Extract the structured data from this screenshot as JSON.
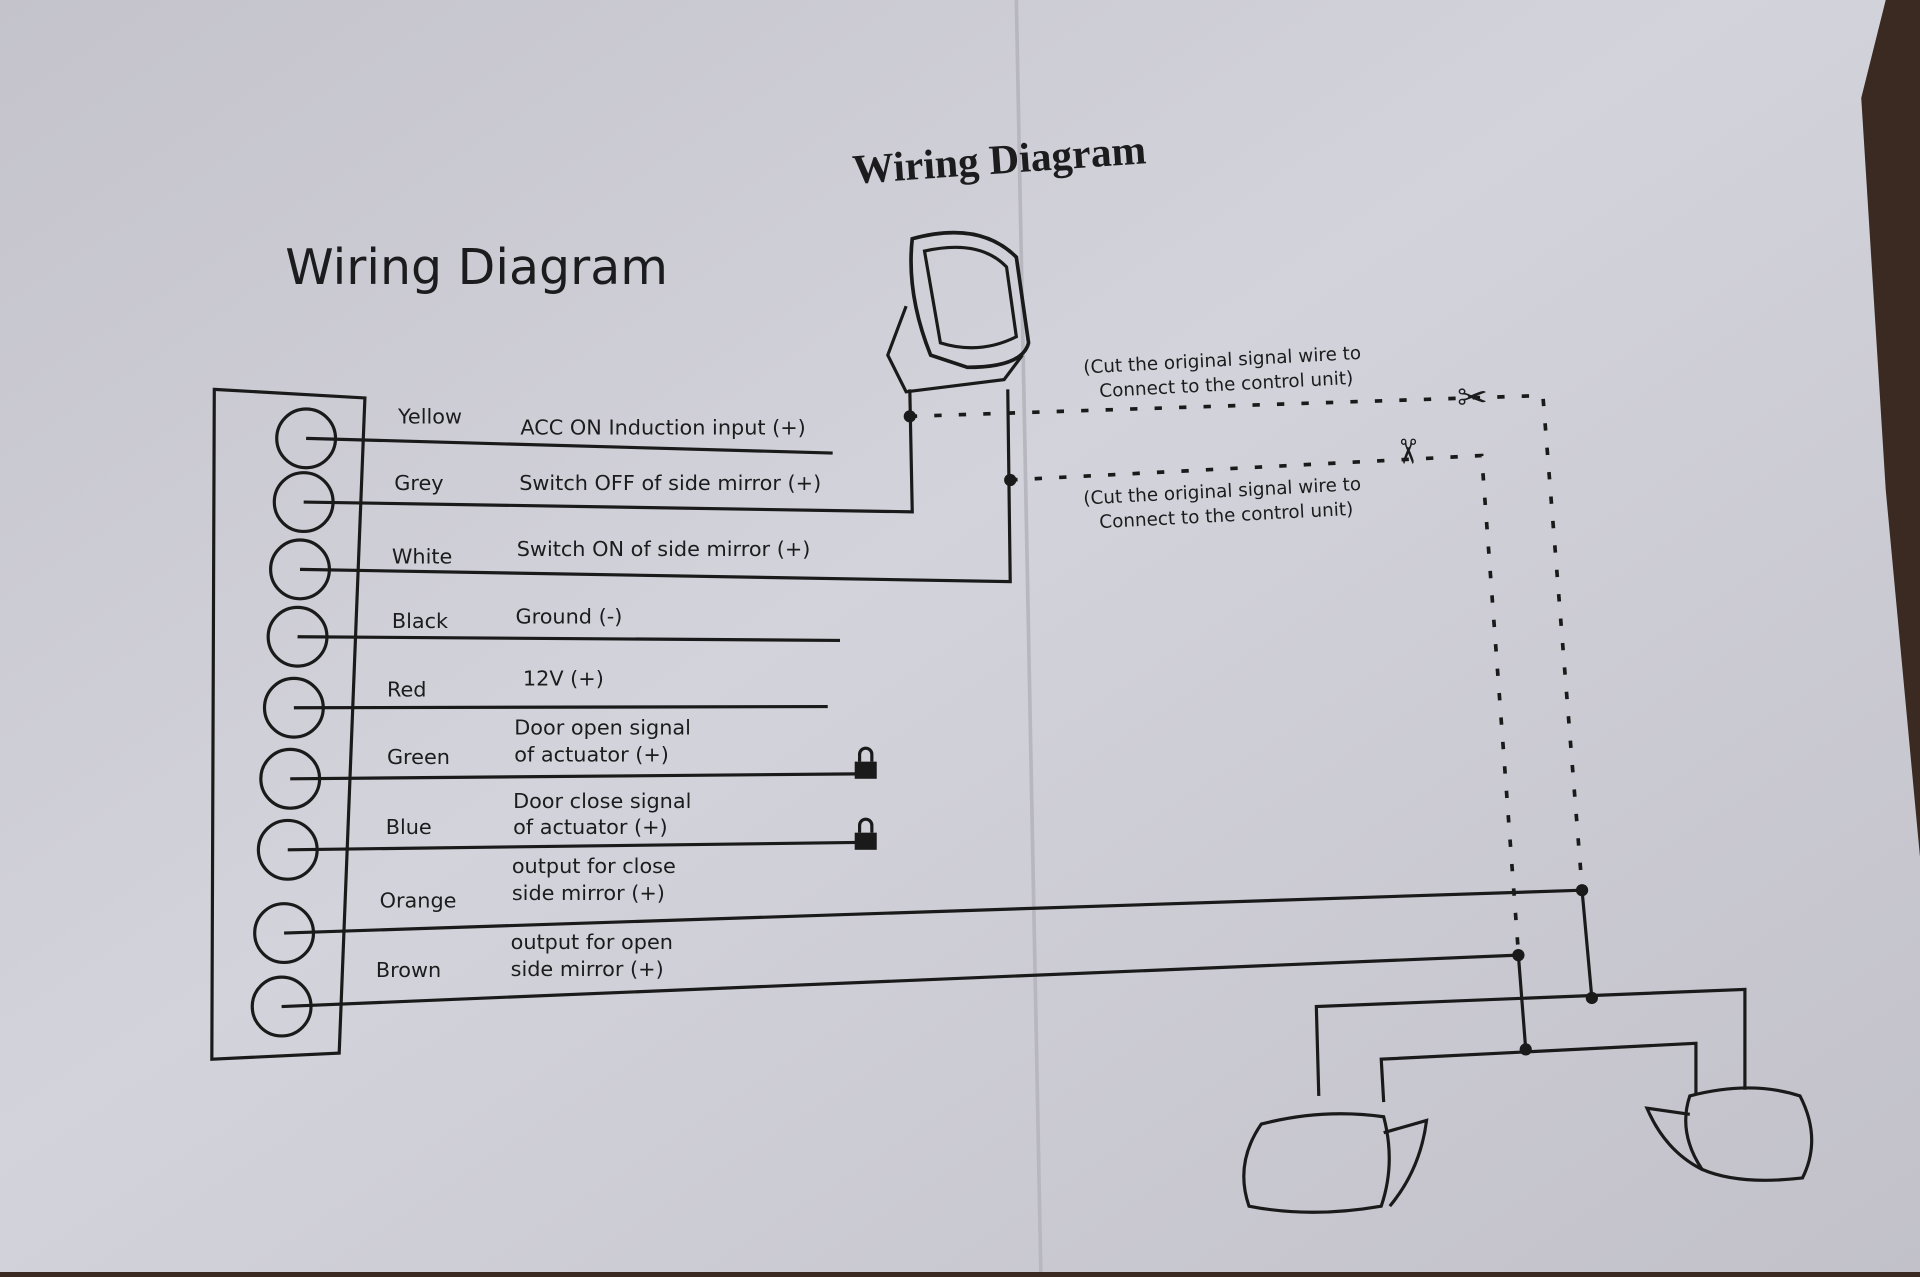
{
  "diagram": {
    "title_left": "Wiring Diagram",
    "title_top": "Wiring Diagram",
    "wires": [
      {
        "color": "Yellow",
        "function": "ACC ON Induction input (+)"
      },
      {
        "color": "Grey",
        "function": "Switch OFF of side mirror (+)"
      },
      {
        "color": "White",
        "function": "Switch ON of side mirror (+)"
      },
      {
        "color": "Black",
        "function": "Ground (-)"
      },
      {
        "color": "Red",
        "function": "12V (+)"
      },
      {
        "color": "Green",
        "function_line1": "Door open signal",
        "function_line2": "of actuator (+)"
      },
      {
        "color": "Blue",
        "function_line1": "Door close signal",
        "function_line2": "of actuator (+)"
      },
      {
        "color": "Orange",
        "function_line1": "output for close",
        "function_line2": "side mirror (+)"
      },
      {
        "color": "Brown",
        "function_line1": "output for open",
        "function_line2": "side mirror (+)"
      }
    ],
    "note_top": {
      "line1": "(Cut the original signal wire to",
      "line2": "Connect to the control unit)"
    },
    "note_bottom": {
      "line1": "(Cut the original signal wire to",
      "line2": "Connect to the control unit)"
    }
  }
}
